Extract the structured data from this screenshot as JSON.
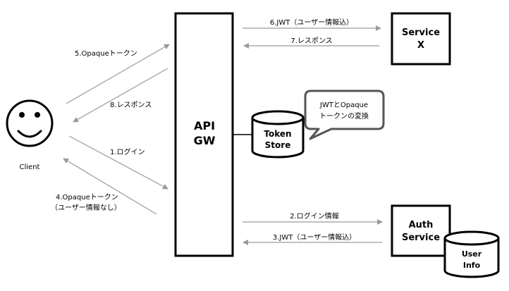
{
  "client": {
    "label": "Client"
  },
  "gateway": {
    "line1": "API",
    "line2": "GW"
  },
  "service_x": {
    "line1": "Service",
    "line2": "X"
  },
  "auth_service": {
    "line1": "Auth",
    "line2": "Service"
  },
  "token_store": {
    "line1": "Token",
    "line2": "Store"
  },
  "user_info": {
    "line1": "User",
    "line2": "Info"
  },
  "callout": {
    "line1": "JWTとOpaque",
    "line2": "トークンの変換"
  },
  "flows": {
    "step1": "1.ログイン",
    "step2": "2.ログイン情報",
    "step3": "3.JWT（ユーザー情報込）",
    "step4_line1": "4.Opaqueトークン",
    "step4_line2": "（ユーザー情報なし）",
    "step5": "5.Opaqueトークン",
    "step6": "6.JWT（ユーザー情報込）",
    "step7": "7.レスポンス",
    "step8": "8.レスポンス"
  }
}
